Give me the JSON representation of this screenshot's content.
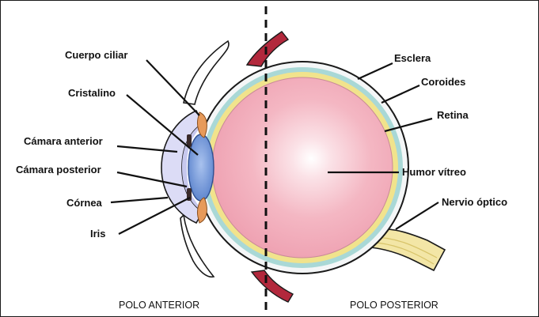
{
  "labels": {
    "cuerpo_ciliar": "Cuerpo ciliar",
    "cristalino": "Cristalino",
    "camara_anterior": "Cámara anterior",
    "camara_posterior": "Cámara posterior",
    "cornea": "Córnea",
    "iris": "Iris",
    "esclera": "Esclera",
    "coroides": "Coroides",
    "retina": "Retina",
    "humor_vitreo": "Humor vítreo",
    "nervio_optico": "Nervio óptico"
  },
  "poles": {
    "anterior": "POLO ANTERIOR",
    "posterior": "POLO POSTERIOR"
  },
  "colors": {
    "vitreous": "#f4b7c3",
    "vitreous_highlight": "#ffffff",
    "sclera": "#f4f6f7",
    "choroid": "#a9d8d6",
    "retina": "#f1e38c",
    "lens": "#6f95d6",
    "anterior_chamber": "#c7c8ee",
    "ciliary_body": "#e79a5a",
    "muscle": "#b2283c",
    "optic_nerve": "#f3e6a6",
    "outline": "#1a1a1a"
  }
}
